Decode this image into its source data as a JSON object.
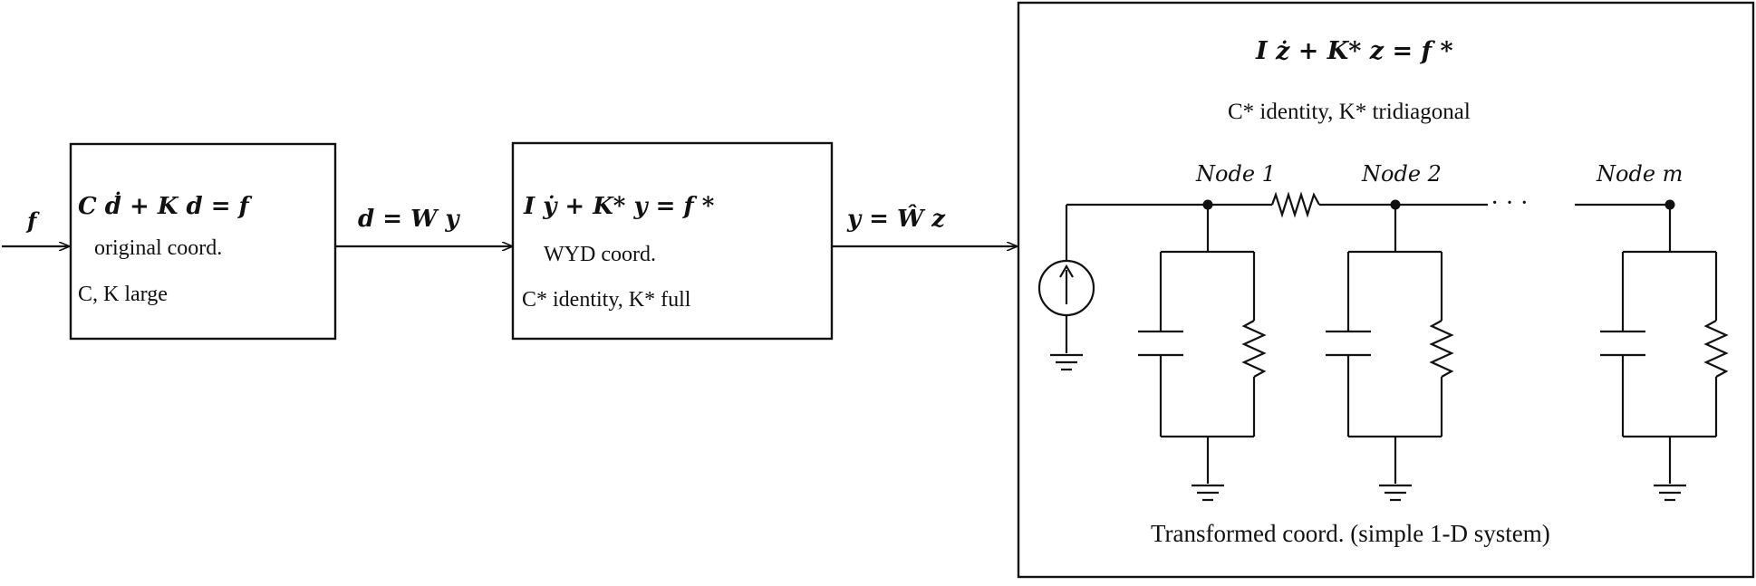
{
  "input_label": "f",
  "box1": {
    "equation": "C ḋ + K d = f",
    "coord_label": "original coord.",
    "matrix_note": "C, K large"
  },
  "transform1": "d = W y",
  "box2": {
    "equation": "I ẏ + K* y = f *",
    "coord_label": "WYD coord.",
    "matrix_note": "C* identity, K* full"
  },
  "transform2": "y = Ŵ z",
  "box3": {
    "equation": "I ż + K* z = f *",
    "matrix_note": "C* identity, K* tridiagonal",
    "nodes": [
      "Node 1",
      "Node 2",
      "Node m"
    ],
    "ellipsis": "· · ·",
    "caption": "Transformed coord. (simple 1-D system)"
  }
}
